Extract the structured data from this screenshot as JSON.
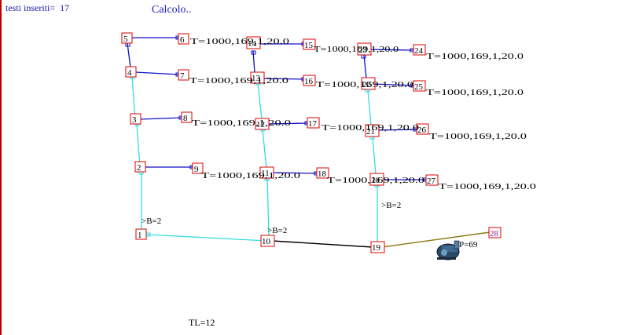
{
  "status": {
    "label": "testi inseriti=",
    "count": "17"
  },
  "calc": "Calcolo..",
  "footer": "TL=12",
  "colors": {
    "pipe_cyan": "#33dde0",
    "pipe_blue": "#1010c8",
    "pipe_black": "#000000",
    "pipe_olive": "#8a7a10",
    "node_border": "#dd0000",
    "node_28": "#8b1a8b"
  },
  "nodes": [
    {
      "id": "1",
      "label": "1"
    },
    {
      "id": "2",
      "label": "2"
    },
    {
      "id": "3",
      "label": "3"
    },
    {
      "id": "4",
      "label": "4"
    },
    {
      "id": "5",
      "label": "5"
    },
    {
      "id": "6",
      "label": "6"
    },
    {
      "id": "7",
      "label": "7"
    },
    {
      "id": "8",
      "label": "8"
    },
    {
      "id": "9",
      "label": "9"
    },
    {
      "id": "10",
      "label": "10"
    },
    {
      "id": "11",
      "label": "11"
    },
    {
      "id": "12",
      "label": "12"
    },
    {
      "id": "13",
      "label": "13"
    },
    {
      "id": "14",
      "label": "14"
    },
    {
      "id": "15",
      "label": "15"
    },
    {
      "id": "16",
      "label": "16"
    },
    {
      "id": "17",
      "label": "17"
    },
    {
      "id": "18",
      "label": "18"
    },
    {
      "id": "19",
      "label": "19"
    },
    {
      "id": "20",
      "label": "20"
    },
    {
      "id": "21",
      "label": "21"
    },
    {
      "id": "22",
      "label": "22"
    },
    {
      "id": "23",
      "label": "23"
    },
    {
      "id": "24",
      "label": "24"
    },
    {
      "id": "25",
      "label": "25"
    },
    {
      "id": "26",
      "label": "26"
    },
    {
      "id": "27",
      "label": "27"
    },
    {
      "id": "28",
      "label": "28"
    }
  ],
  "labels": {
    "t6": "T=1000,169,1,20.0",
    "t7": "T=1000,169,1,20.0",
    "t8": "T=1000,169,1,20.0",
    "t9": "T=1000,169,1,20.0",
    "t15": "T=1000,169,1,20.0",
    "t16": "T=1000,169,1,20.0",
    "t17": "T=1000,169,1,20.0",
    "t18": "T=1000,169,1,20.0",
    "t24": "T=1000,169,1,20.0",
    "t25": "T=1000,169,1,20.0",
    "t26": "T=1000,169,1,20.0",
    "t27": "T=1000,169,1,20.0",
    "b1": ">B=2",
    "b10": ">B=2",
    "b20": ">B=2",
    "pump": "P=69"
  }
}
